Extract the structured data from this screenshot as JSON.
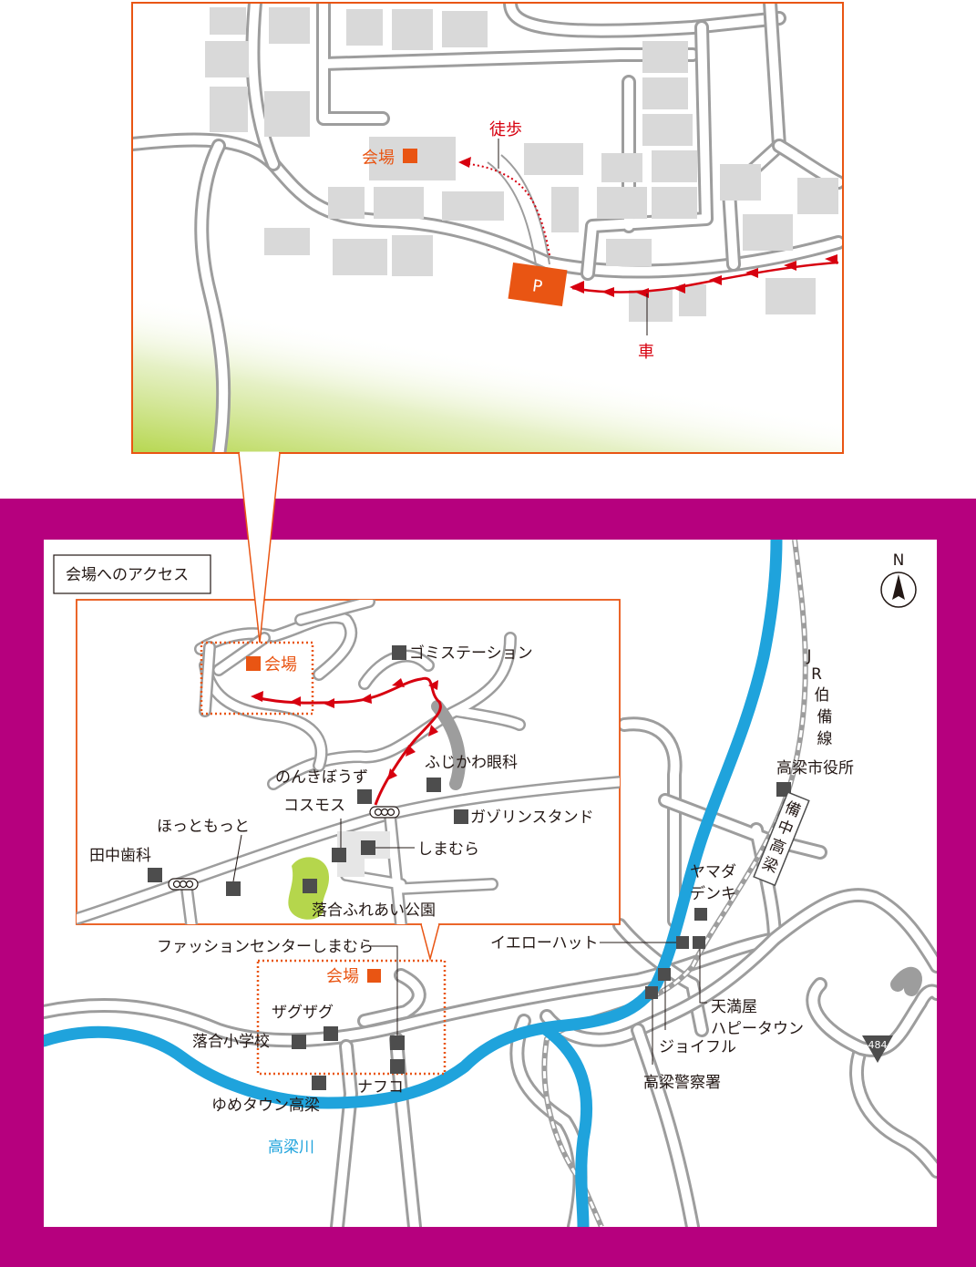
{
  "detail_map": {
    "venue_label": "会場",
    "walk_label": "徒歩",
    "car_label": "車",
    "parking_label": "P"
  },
  "access_map": {
    "title": "会場へのアクセス",
    "north_label": "N",
    "inset": {
      "venue_label": "会場",
      "landmarks": [
        "ゴミステーション",
        "ふじかわ眼科",
        "のんきぼうず",
        "コスモス",
        "ガゾリンスタンド",
        "ほっともっと",
        "しまむら",
        "田中歯科",
        "落合ふれあい公園"
      ]
    },
    "overview": {
      "venue_label": "会場",
      "landmarks": [
        "ファッションセンターしまむら",
        "ザグザグ",
        "落合小学校",
        "ナフコ",
        "ゆめタウン高梁",
        "イエローハット",
        "ヤマダ",
        "デンキ",
        "天満屋",
        "ハピータウン",
        "ジョイフル",
        "高梁警察署",
        "高梁市役所"
      ],
      "river_label": "高梁川",
      "rail_label": [
        "J",
        "R",
        "伯",
        "備",
        "線"
      ],
      "rail_sign": [
        "備",
        "中",
        "高",
        "梁"
      ],
      "route_number": "484"
    }
  },
  "colors": {
    "frame": "#b6007e",
    "accent": "#e95513",
    "route": "#d7000f",
    "river": "#1fa3dc",
    "road": "#9d9d9d",
    "park": "#b5d64c"
  }
}
